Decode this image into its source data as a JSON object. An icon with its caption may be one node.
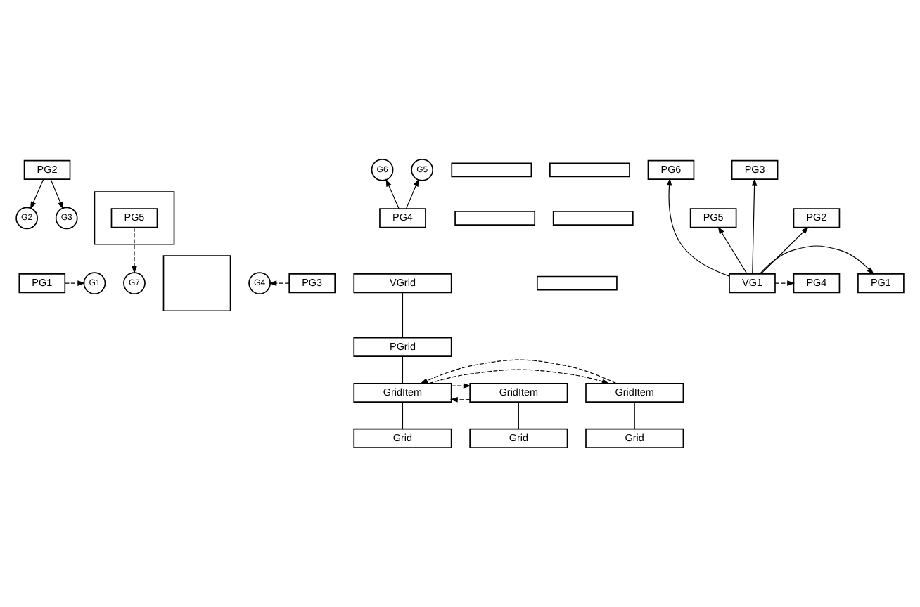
{
  "diagram": {
    "nodes": [
      {
        "text": [
          "PG2"
        ]
      },
      {
        "text": [
          "G2"
        ]
      },
      {
        "text": [
          "G3"
        ]
      },
      {
        "text": [
          "PG1"
        ]
      },
      {
        "text": [
          "G1"
        ]
      },
      {
        "text": [],
        "shape": "box"
      },
      {
        "text": [
          "PG5"
        ],
        "in": 5
      },
      {
        "text": [
          "G7"
        ]
      },
      {
        "text": [],
        "shape": "box"
      },
      {
        "text": [
          "G4"
        ]
      },
      {
        "text": [
          "PG3"
        ]
      },
      {
        "text": [
          "G6"
        ]
      },
      {
        "text": [
          "G5"
        ]
      },
      {
        "text": [
          "PG4"
        ]
      },
      {
        "text": [],
        "shape": "bar"
      },
      {
        "text": [],
        "shape": "bar"
      },
      {
        "text": [],
        "shape": "bar"
      },
      {
        "text": [],
        "shape": "bar"
      },
      {
        "text": [],
        "shape": "bar"
      },
      {
        "text": [
          "PG6"
        ]
      },
      {
        "text": [
          "PG5"
        ]
      },
      {
        "text": [
          "PG4"
        ]
      },
      {
        "text": [
          "VG1"
        ]
      },
      {
        "text": [
          "PG3"
        ]
      },
      {
        "text": [
          "PG2"
        ]
      },
      {
        "text": [
          "PG1"
        ]
      },
      {
        "text": [
          "VGrid"
        ]
      },
      {
        "text": [
          "PGrid"
        ]
      },
      {
        "text": [
          "GridItem"
        ]
      },
      {
        "text": [
          "GridItem"
        ]
      },
      {
        "text": [
          "GridItem"
        ]
      },
      {
        "text": [
          "Grid"
        ]
      },
      {
        "text": [
          "Grid"
        ]
      },
      {
        "text": [
          "Grid"
        ]
      }
    ],
    "edges": [
      {
        "from": 3,
        "to": 4,
        "arrow": "to",
        "style": "dashed"
      },
      {
        "from": 0,
        "to": 1,
        "arrow": "to"
      },
      {
        "from": 0,
        "to": 2,
        "arrow": "to"
      },
      {
        "from": 6,
        "to": 7,
        "arrow": "to",
        "style": "dashed"
      },
      {
        "from": 10,
        "to": 9,
        "arrow": "to",
        "style": "dashed"
      },
      {
        "from": 13,
        "to": 11,
        "arrow": "to"
      },
      {
        "from": 13,
        "to": 12,
        "arrow": "to"
      },
      {
        "from": 22,
        "to": 19,
        "arrow": "to"
      },
      {
        "from": 22,
        "to": 20,
        "arrow": "to"
      },
      {
        "from": 22,
        "to": 21,
        "arrow": "to",
        "style": "dashed"
      },
      {
        "from": 22,
        "to": 23,
        "arrow": "to"
      },
      {
        "from": 22,
        "to": 24,
        "arrow": "to"
      },
      {
        "from": 22,
        "to": 25,
        "arrow": "to"
      },
      {
        "from": 26,
        "to": 27,
        "arrow": "none"
      },
      {
        "from": 27,
        "to": 29,
        "arrow": "none"
      },
      {
        "from": 28,
        "to": 31,
        "arrow": "none"
      },
      {
        "from": 29,
        "to": 32,
        "arrow": "none"
      },
      {
        "from": 30,
        "to": 33,
        "arrow": "none"
      },
      {
        "from": 28,
        "to": 29,
        "arrow": "to",
        "style": "dashed"
      },
      {
        "from": 29,
        "to": 28,
        "arrow": "to",
        "style": "dashed"
      },
      {
        "from": 29,
        "to": 30,
        "arrow": "to",
        "style": "dashed"
      },
      {
        "from": 30,
        "to": 29,
        "arrow": "to",
        "style": "dashed"
      }
    ]
  }
}
